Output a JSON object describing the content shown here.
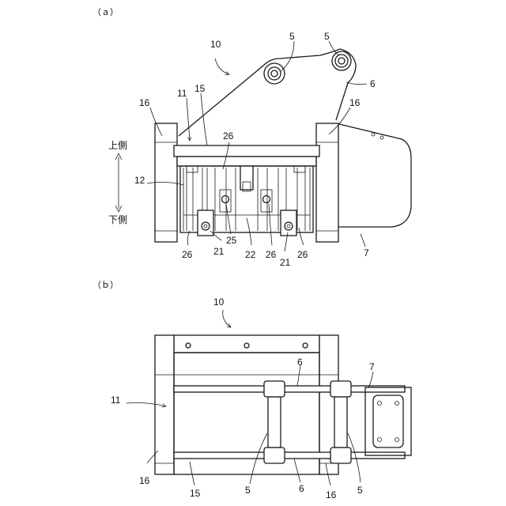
{
  "captions": {
    "a": "（ａ）",
    "b": "（ｂ）"
  },
  "labels_a": {
    "ref_10": "10",
    "ref_5_left": "5",
    "ref_5_right": "5",
    "ref_6": "6",
    "ref_16_left": "16",
    "ref_16_right": "16",
    "ref_11": "11",
    "ref_15": "15",
    "ref_12": "12",
    "ref_26_top": "26",
    "ref_26_a": "26",
    "ref_21_a": "21",
    "ref_25": "25",
    "ref_22": "22",
    "ref_26_b": "26",
    "ref_21_b": "21",
    "ref_26_c": "26",
    "ref_7": "7",
    "upper_side": "上側",
    "lower_side": "下側"
  },
  "labels_b": {
    "ref_10": "10",
    "ref_6_top": "6",
    "ref_7": "7",
    "ref_11": "11",
    "ref_16_left": "16",
    "ref_15": "15",
    "ref_5_left": "5",
    "ref_6_bottom": "6",
    "ref_16_right": "16",
    "ref_5_right": "5"
  }
}
